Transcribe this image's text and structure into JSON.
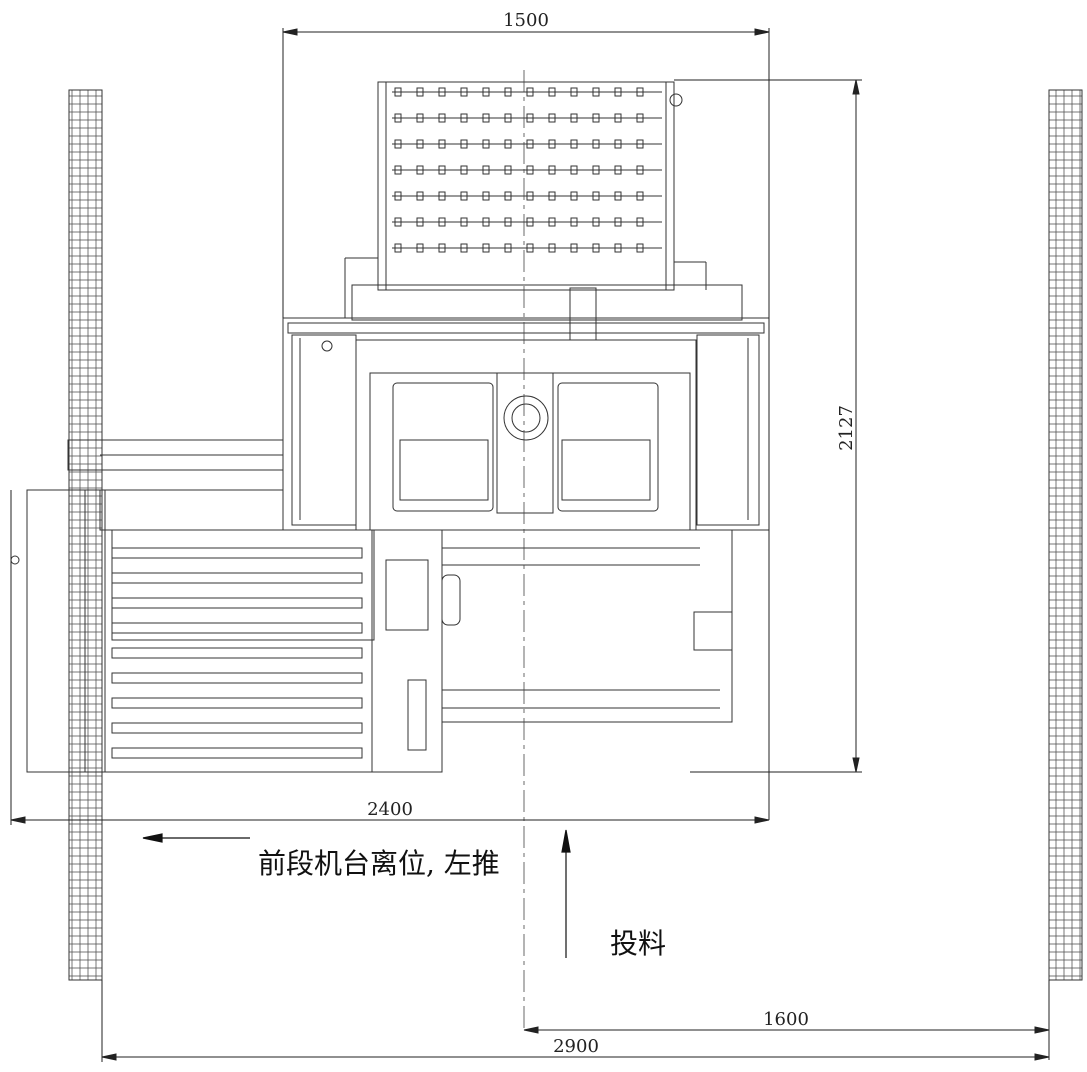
{
  "dimensions": {
    "top_width": "1500",
    "right_height": "2127",
    "lower_width": "2400",
    "bottom_right_span": "1600",
    "bottom_total": "2900"
  },
  "annotations": {
    "push_left": "前段机台离位, 左推",
    "feed": "投料"
  }
}
